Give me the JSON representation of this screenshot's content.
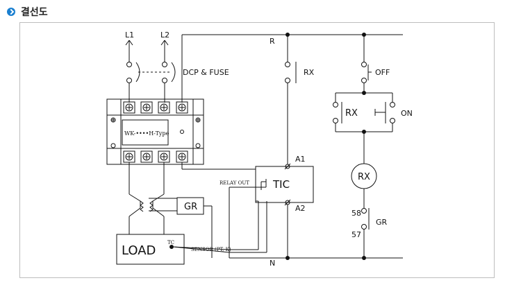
{
  "header": {
    "title": "결선도"
  },
  "diagram": {
    "labels": {
      "l1": "L1",
      "l2": "L2",
      "r": "R",
      "n": "N",
      "dcp_fuse": "DCP & FUSE",
      "rx_top": "RX",
      "off": "OFF",
      "rx_mid": "RX",
      "on": "ON",
      "rx_coil": "RX",
      "ssr_model": "WK-••••H-Type",
      "gr_box": "GR",
      "load": "LOAD",
      "tc": "TC",
      "sensor": "SENSOR (PT, K)",
      "relay_out": "RELAY OUT",
      "tic": "TIC",
      "a1": "A1",
      "a2": "A2",
      "t58": "58",
      "t57": "57",
      "gr_right": "GR"
    }
  }
}
